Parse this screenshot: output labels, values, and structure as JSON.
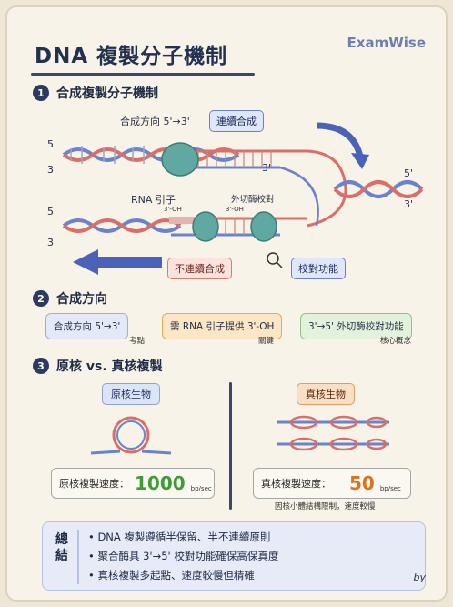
{
  "header": {
    "title": "DNA 複製分子機制",
    "brand": "ExamWise"
  },
  "section1": {
    "number": "1",
    "title": "合成複製分子機制",
    "direction_label": "合成方向 5'→3'",
    "leading_tag": "連續合成",
    "strand_labels": {
      "top_left_5": "5'",
      "top_left_3": "3'",
      "top_middle_3": "3'",
      "right_5": "5'",
      "right_3": "3'",
      "bottom_left_5": "5'",
      "bottom_left_3": "3'"
    },
    "primer_label": "RNA 引子",
    "primer_oh_left": "3'-OH",
    "primer_oh_right": "3'-OH",
    "exonuclease_label": "外切酶校對",
    "lagging_tag": "不連續合成",
    "proofreading_tag": "校對功能"
  },
  "section2": {
    "number": "2",
    "title": "合成方向",
    "box1": "合成方向 5'→3'",
    "box1_note": "考點",
    "box2": "需 RNA 引子提供 3'-OH",
    "box2_note": "關鍵",
    "box3": "3'→5' 外切酶校對功能",
    "box3_note": "核心概念"
  },
  "section3": {
    "number": "3",
    "title": "原核 vs. 真核複製",
    "prokaryote": {
      "tag": "原核生物",
      "speed_label": "原核複製速度：",
      "speed_value": "1000",
      "speed_unit": "bp/sec"
    },
    "eukaryote": {
      "tag": "真核生物",
      "speed_label": "真核複製速度：",
      "speed_value": "50",
      "speed_unit": "bp/sec",
      "note": "因核小體結構限制，速度較慢"
    }
  },
  "summary": {
    "heading": "總結",
    "items": [
      "• DNA 複製遵循半保留、半不連續原則",
      "• 聚合酶具 3'→5' 校對功能確保高保真度",
      "• 真核複製多起點、速度較慢但精確"
    ]
  },
  "signature": "by",
  "colors": {
    "navy": "#2d3a5f",
    "blue_strand": "#6b84c9",
    "red_strand": "#d96f6a",
    "enzyme_teal": "#5fa9a2",
    "speed_green": "#3f9a3a",
    "speed_orange": "#d9731e"
  }
}
